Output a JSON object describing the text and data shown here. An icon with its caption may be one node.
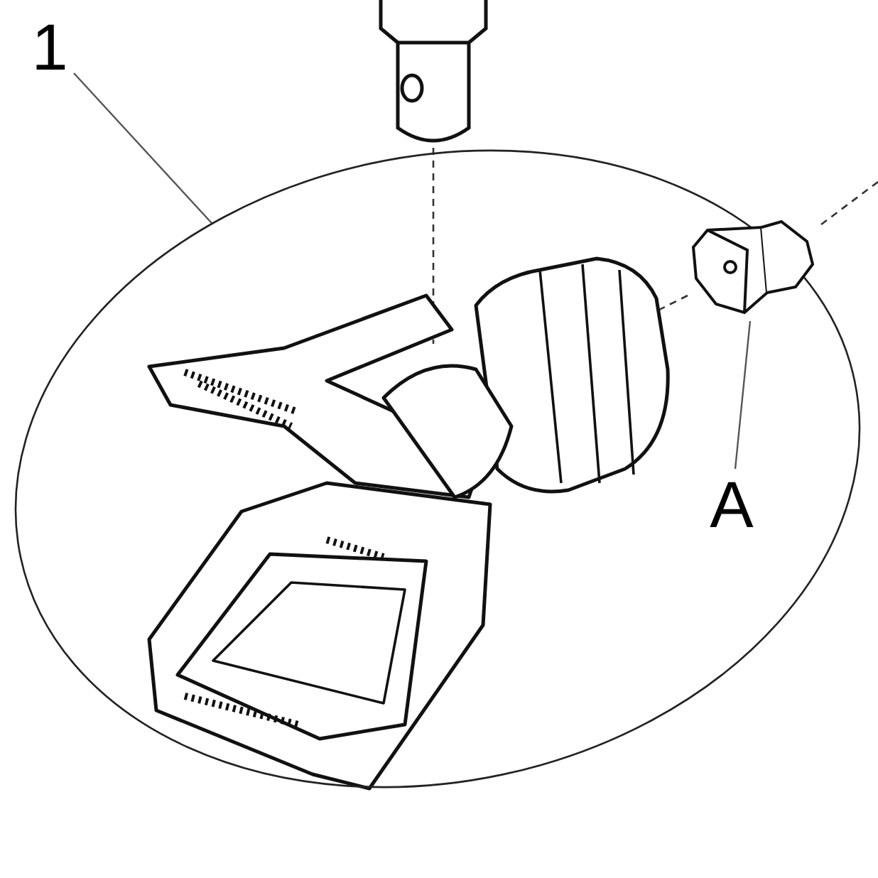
{
  "diagram": {
    "nodes": [
      {
        "text": [
          "1"
        ]
      },
      {
        "text": [],
        "shape": "circle"
      },
      {
        "text": [
          "A"
        ],
        "in": 1
      },
      {
        "text": [],
        "shape": "picture",
        "in": 1
      }
    ],
    "edges": [
      {
        "from": 0,
        "to": 1,
        "arrow": "none"
      },
      {
        "from": 2,
        "to": 3,
        "arrow": "none"
      }
    ]
  }
}
